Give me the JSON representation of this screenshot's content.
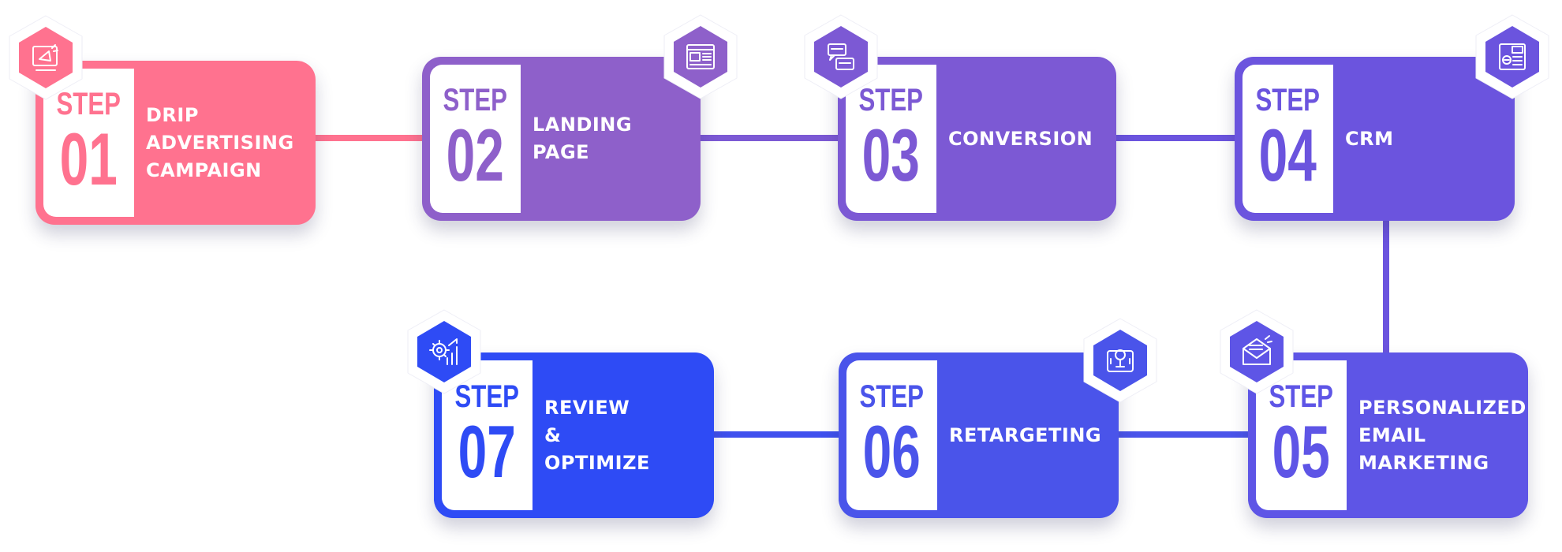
{
  "step_word": "STEP",
  "colors": {
    "connector_top": "#7357D0",
    "connector_bottom": "#4A54EA"
  },
  "steps": [
    {
      "number": "01",
      "title": "DRIP\nADVERTISING\nCAMPAIGN",
      "color": "#FF728F",
      "icon": "megaphone-icon"
    },
    {
      "number": "02",
      "title": "LANDING\nPAGE",
      "color": "#8E60CA",
      "icon": "landing-page-icon"
    },
    {
      "number": "03",
      "title": "CONVERSION",
      "color": "#7C59D4",
      "icon": "conversion-icon"
    },
    {
      "number": "04",
      "title": "CRM",
      "color": "#6B54DE",
      "icon": "crm-icon"
    },
    {
      "number": "05",
      "title": "PERSONALIZED\nEMAIL\nMARKETING",
      "color": "#5E55E6",
      "icon": "email-icon"
    },
    {
      "number": "06",
      "title": "RETARGETING",
      "color": "#4A54EA",
      "icon": "retargeting-icon"
    },
    {
      "number": "07",
      "title": "REVIEW\n&\nOPTIMIZE",
      "color": "#2E4BF5",
      "icon": "optimize-icon"
    }
  ]
}
